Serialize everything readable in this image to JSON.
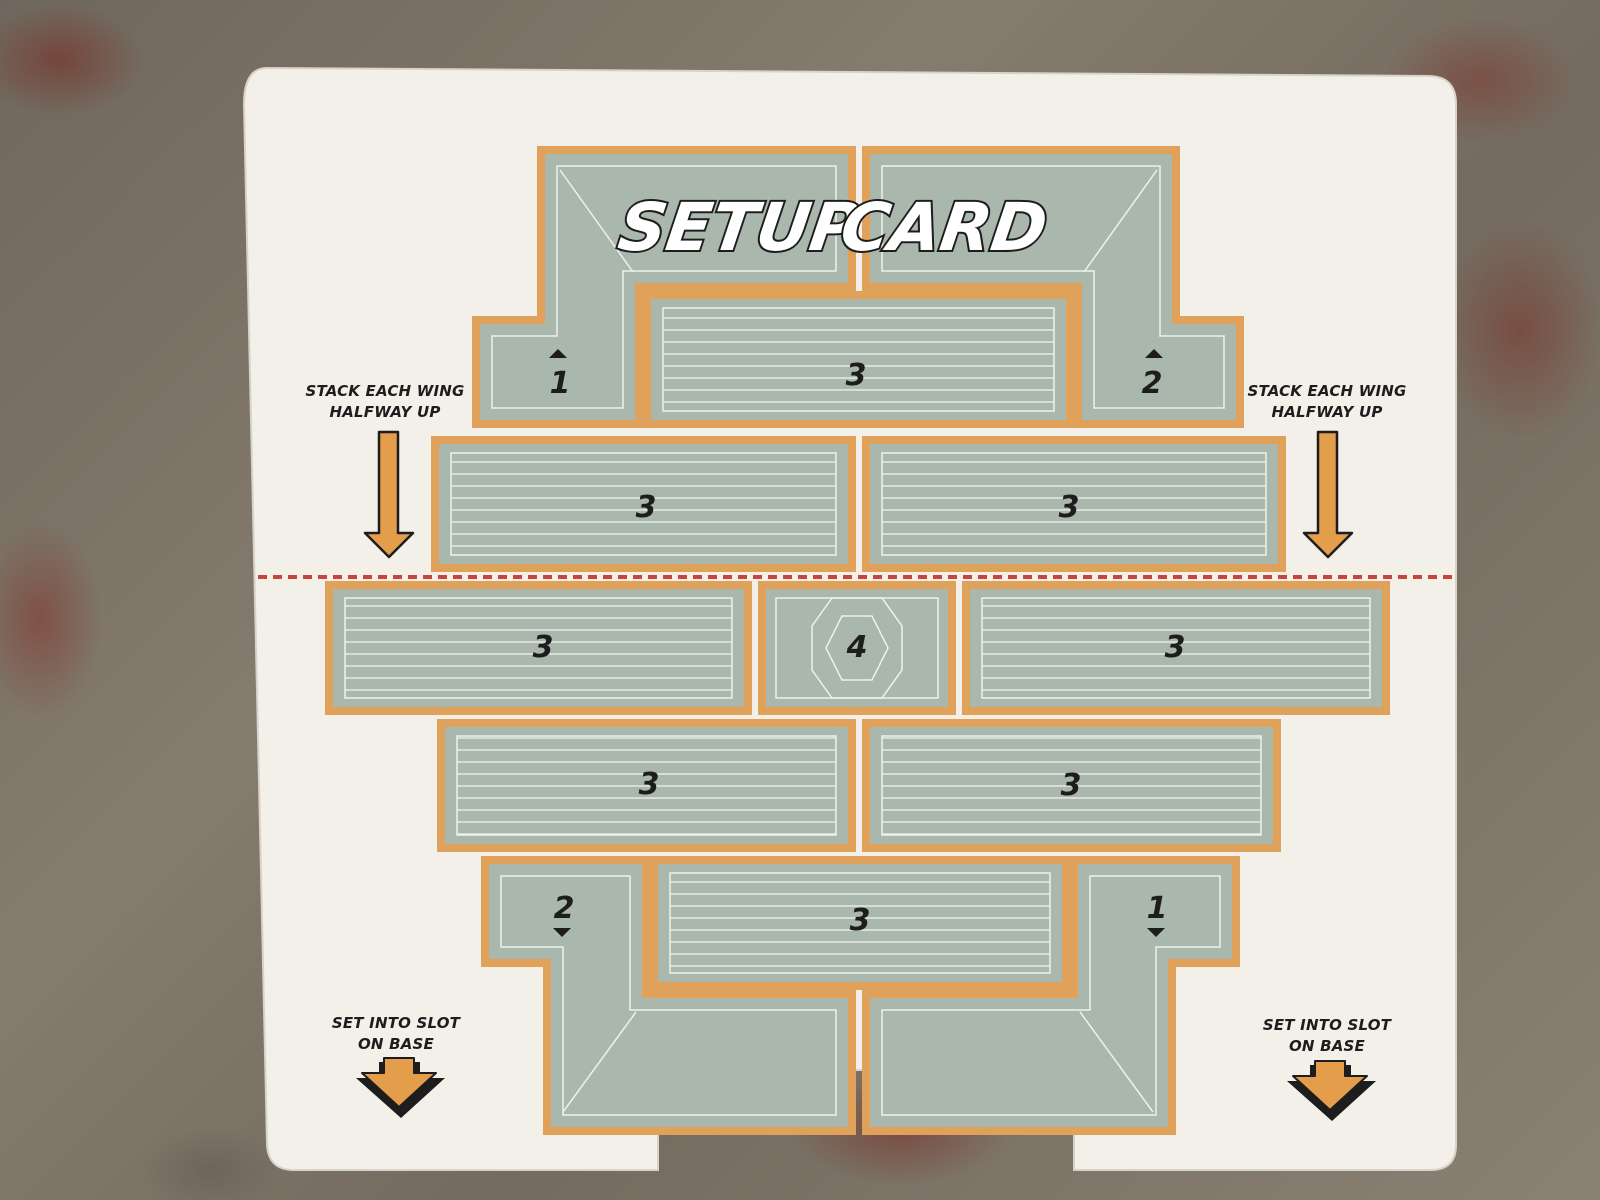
{
  "card": {
    "title_left": "SETUP",
    "title_right": "CARD",
    "note_left_top_line1": "STACK EACH WING",
    "note_left_top_line2": "HALFWAY UP",
    "note_right_top_line1": "STACK EACH WING",
    "note_right_top_line2": "HALFWAY UP",
    "note_left_bottom_line1": "SET INTO SLOT",
    "note_left_bottom_line2": "ON BASE",
    "note_right_bottom_line1": "SET INTO SLOT",
    "note_right_bottom_line2": "ON BASE"
  },
  "numbers": {
    "top_left_wing": "1",
    "top_right_wing": "2",
    "row1_center": "3",
    "row2_left": "3",
    "row2_right": "3",
    "row3_left": "3",
    "center": "4",
    "row3_right": "3",
    "row4_left": "3",
    "row4_right": "3",
    "bottom_left_wing": "2",
    "row5_center": "3",
    "bottom_right_wing": "1"
  },
  "colors": {
    "card": "#f3f0ea",
    "tile": "#a9b7ad",
    "border": "#e0a15a",
    "arrow": "#e49d4b",
    "dashed_line": "#c8443e"
  }
}
